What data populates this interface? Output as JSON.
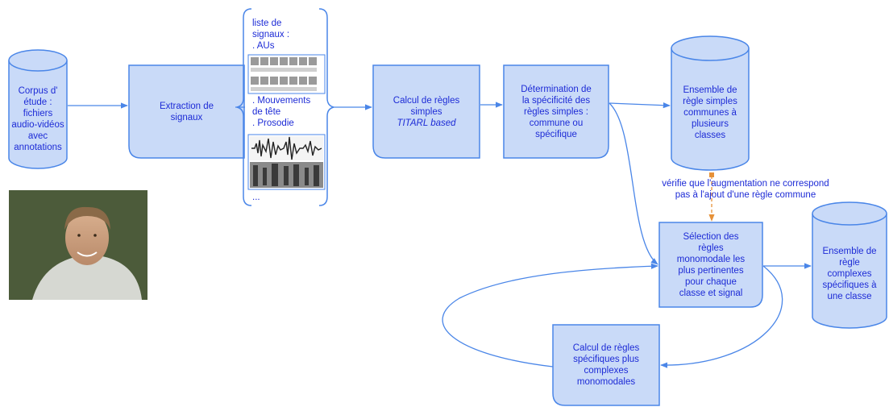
{
  "nodes": {
    "corpus": {
      "lines": [
        "Corpus d'",
        "étude :",
        "fichiers",
        "audio-vidéos",
        "avec",
        "annotations"
      ]
    },
    "extraction": {
      "lines": [
        "Extraction de",
        "signaux"
      ]
    },
    "signals": {
      "line1": "liste de",
      "line2": "signaux :",
      "line3": ". AUs",
      "line4": ". Mouvements",
      "line5": "de tête",
      "line6": ". Prosodie",
      "line7": "..."
    },
    "calcul_simples": {
      "line1": "Calcul de règles",
      "line2": "simples",
      "line3": "TITARL based"
    },
    "determination": {
      "lines": [
        "Détermination de",
        "la spécificité des",
        "règles simples :",
        "commune ou",
        "spécifique"
      ]
    },
    "ensemble_communes": {
      "lines": [
        "Ensemble de",
        "règle simples",
        "communes à",
        "plusieurs",
        "classes"
      ]
    },
    "verifie": {
      "lines": [
        "vérifie que l'augmentation ne correspond",
        "pas à l'ajout d'une règle commune"
      ]
    },
    "selection": {
      "lines": [
        "Sélection des",
        "règles",
        "monomodale les",
        "plus pertinentes",
        "pour chaque",
        "classe et signal"
      ]
    },
    "ensemble_complexes": {
      "lines": [
        "Ensemble de",
        "règle",
        "complexes",
        "spécifiques à",
        "une classe"
      ]
    },
    "calcul_complexes": {
      "lines": [
        "Calcul de règles",
        "spécifiques plus",
        "complexes",
        "monomodales"
      ]
    }
  },
  "colors": {
    "node_fill": "#c9daf8",
    "node_stroke": "#4a86e8",
    "text": "#1d2bd6",
    "dashed_arrow": "#e69138",
    "photo_bg": "#3c4a2a"
  }
}
